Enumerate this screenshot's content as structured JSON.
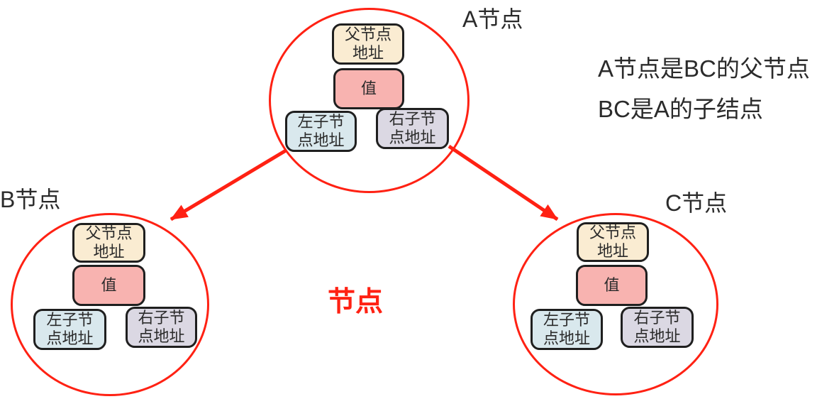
{
  "diagram": {
    "center_label": "节点",
    "annotation": {
      "line1": "A节点是BC的父节点",
      "line2": "BC是A的子结点"
    },
    "nodes": [
      {
        "id": "A",
        "label": "A节点"
      },
      {
        "id": "B",
        "label": "B节点"
      },
      {
        "id": "C",
        "label": "C节点"
      }
    ],
    "node_structure": {
      "parent_address": {
        "line1": "父节点",
        "line2": "地址"
      },
      "value": {
        "label": "值"
      },
      "left_child_address": {
        "line1": "左子节",
        "line2": "点地址"
      },
      "right_child_address": {
        "line1": "右子节",
        "line2": "点地址"
      }
    },
    "relations": [
      {
        "from": "A",
        "to": "B"
      },
      {
        "from": "A",
        "to": "C"
      }
    ]
  },
  "colors": {
    "red": "#ff2113",
    "parent_fill": "#faecd2",
    "value_fill": "#f8b3b0",
    "left_fill": "#d9e8ed",
    "right_fill": "#dbd8e3",
    "box_border": "#1f1f1f",
    "text": "#2b2b2b"
  }
}
